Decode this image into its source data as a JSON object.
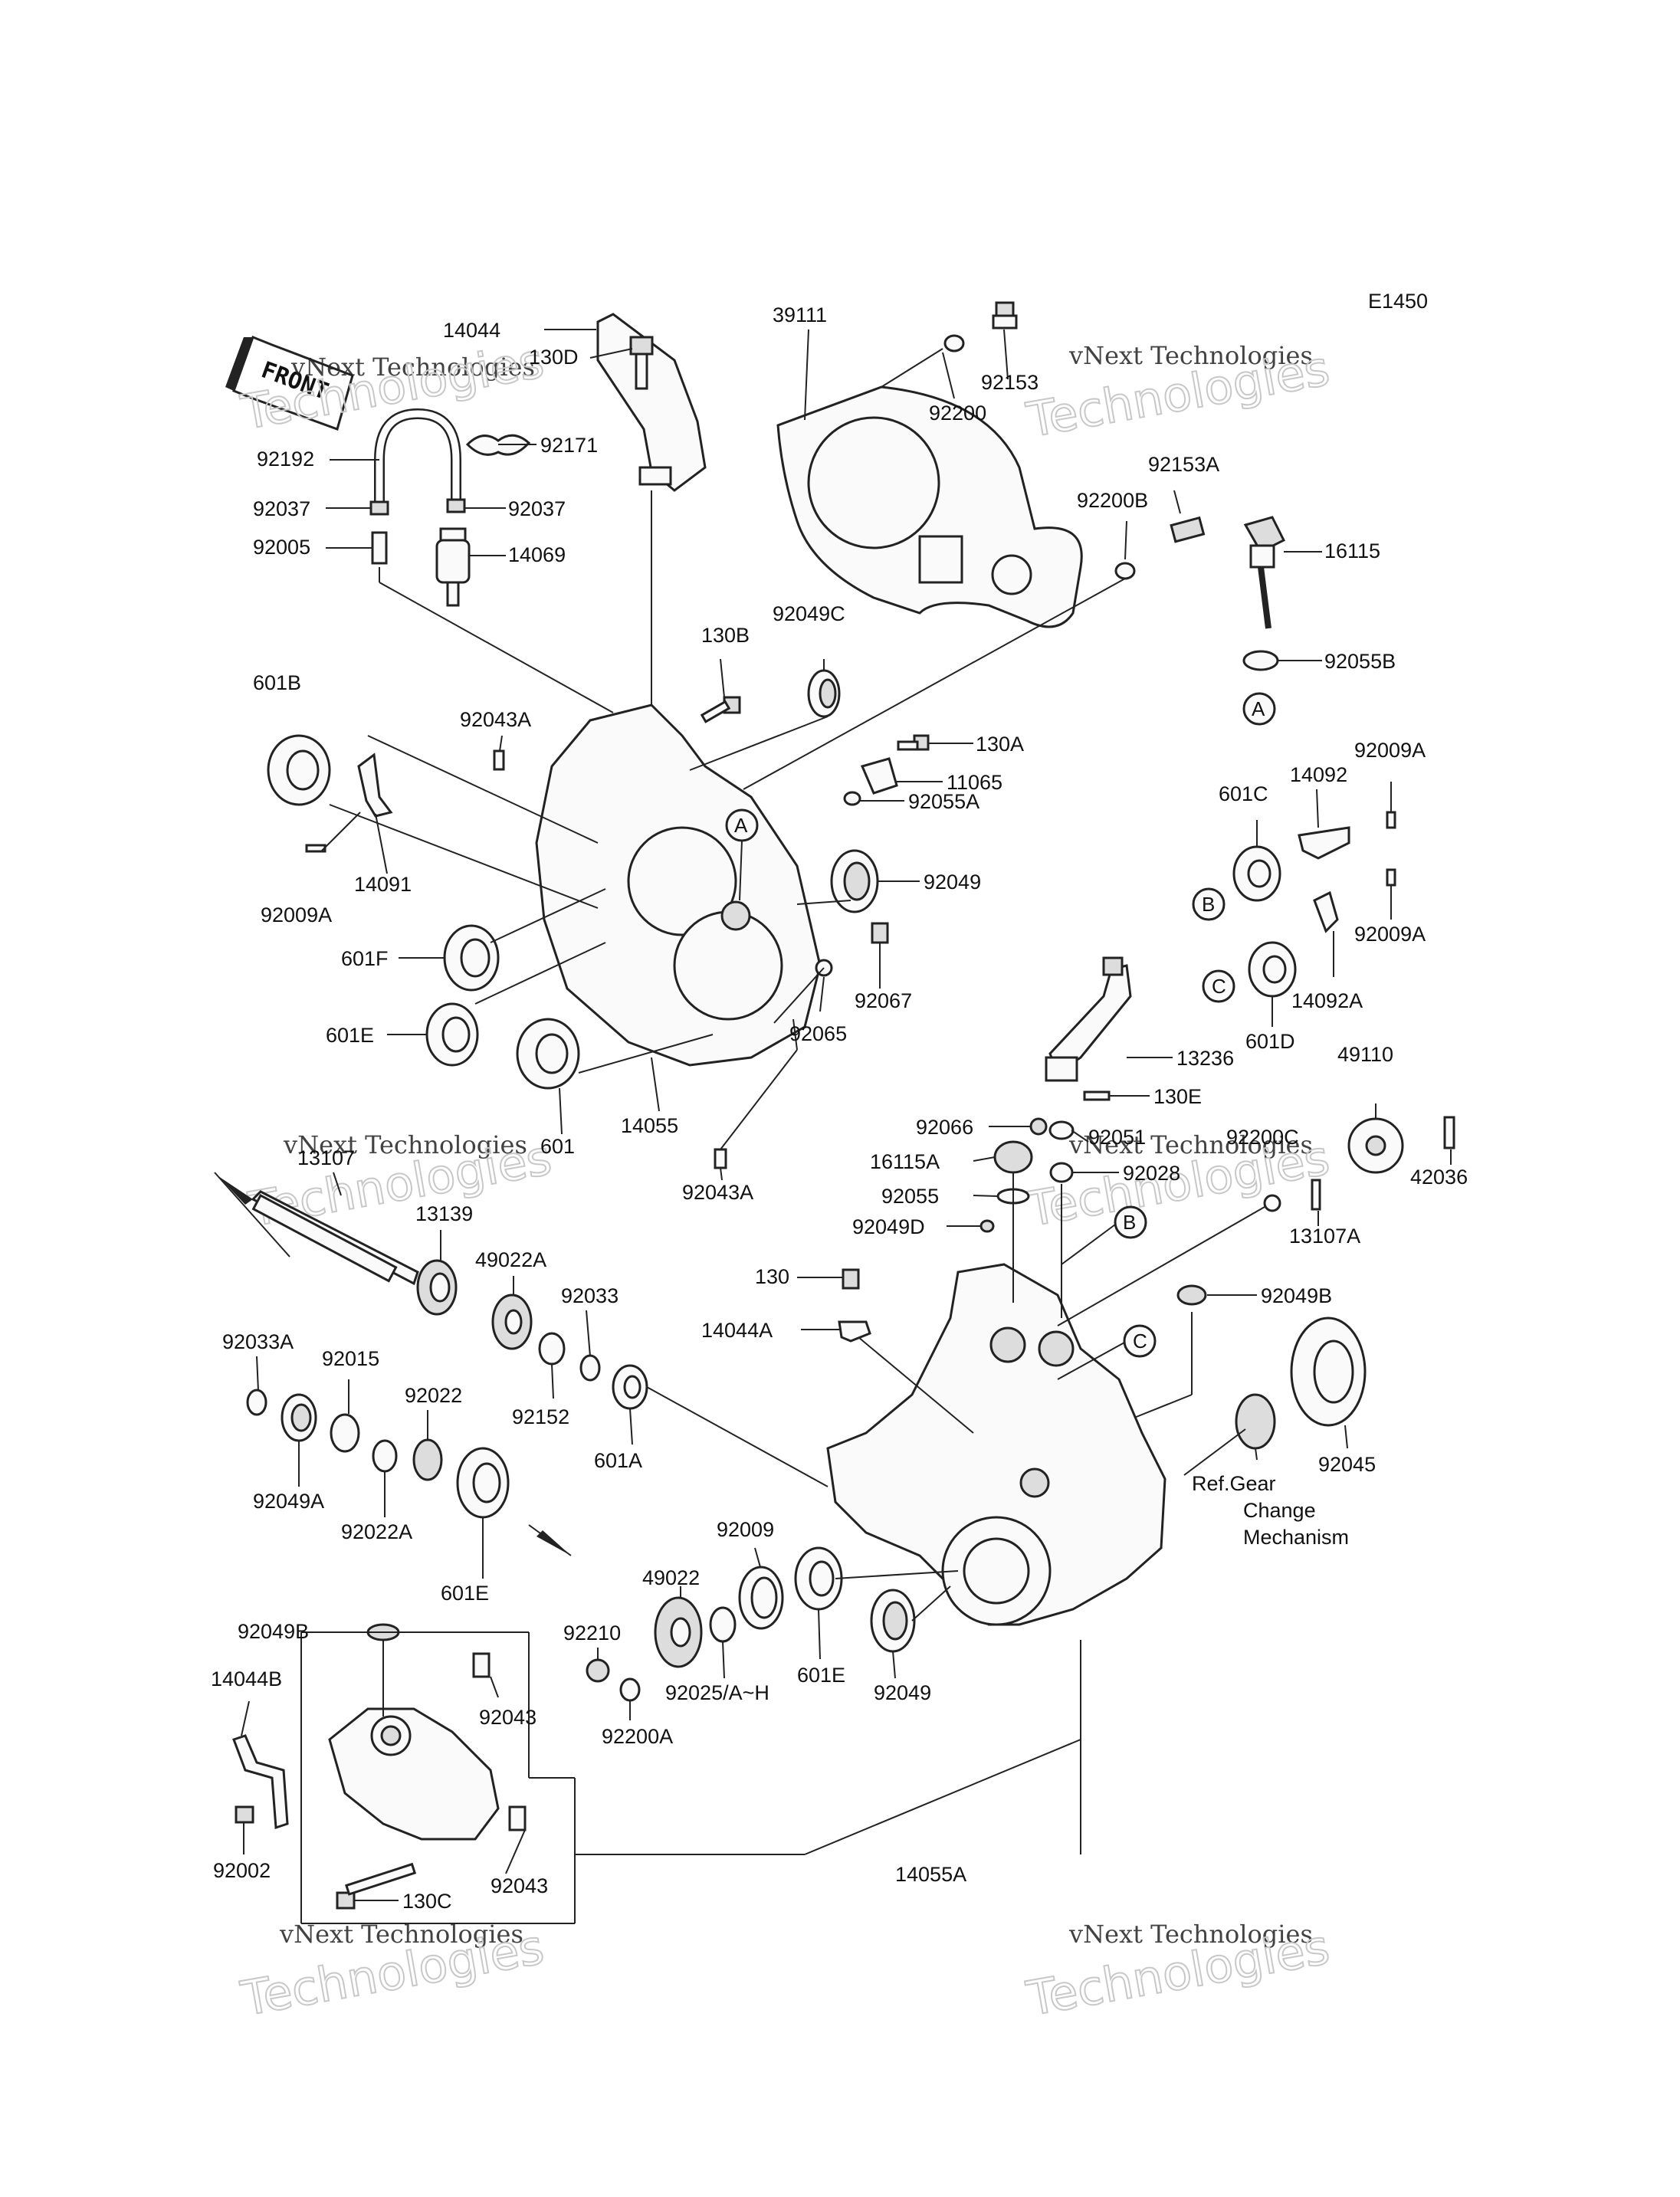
{
  "diagram_code": "E1450",
  "front_label": "FRONT",
  "watermarks": [
    {
      "line1": "vNext Technologies",
      "line2": "vNext Technologies"
    }
  ],
  "ref_callout": {
    "line1": "Ref.Gear",
    "line2": "Change",
    "line3": "Mechanism"
  },
  "circle_refs": [
    "A",
    "B",
    "C"
  ],
  "parts": {
    "p14044": "14044",
    "p130D": "130D",
    "p92192": "92192",
    "p92171": "92171",
    "p92037a": "92037",
    "p92037b": "92037",
    "p92005": "92005",
    "p14069": "14069",
    "p39111": "39111",
    "p92200": "92200",
    "p92153": "92153",
    "p92153A": "92153A",
    "p92200B": "92200B",
    "p16115": "16115",
    "p92055B": "92055B",
    "p130B": "130B",
    "p92049C": "92049C",
    "p601B": "601B",
    "p92043A_top": "92043A",
    "p130A": "130A",
    "p11065": "11065",
    "p92055A": "92055A",
    "p92049_top": "92049",
    "p92009A_left": "92009A",
    "p14091": "14091",
    "p601F": "601F",
    "p601E_left": "601E",
    "p601": "601",
    "p14055": "14055",
    "p92065": "92065",
    "p92067": "92067",
    "p92043A_bot": "92043A",
    "p601C": "601C",
    "p14092": "14092",
    "p92009A_r1": "92009A",
    "p92009A_r2": "92009A",
    "p14092A": "14092A",
    "p601D": "601D",
    "p13236": "13236",
    "p130E": "130E",
    "p49110": "49110",
    "p42036": "42036",
    "p92066": "92066",
    "p92051": "92051",
    "p92200C": "92200C",
    "p16115A": "16115A",
    "p92028": "92028",
    "p92055": "92055",
    "p92049D": "92049D",
    "p13107A": "13107A",
    "p13107": "13107",
    "p13139": "13139",
    "p49022A": "49022A",
    "p92033": "92033",
    "p92033A": "92033A",
    "p92015": "92015",
    "p92022": "92022",
    "p92152": "92152",
    "p601A": "601A",
    "p92049A": "92049A",
    "p92022A": "92022A",
    "p601E_mid": "601E",
    "p130": "130",
    "p14044A": "14044A",
    "p92049B_right": "92049B",
    "p92045": "92045",
    "p92009": "92009",
    "p49022": "49022",
    "p92210": "92210",
    "p92025": "92025/A~H",
    "p92200A": "92200A",
    "p601E_bot": "601E",
    "p92049_bot": "92049",
    "p92049B_left": "92049B",
    "p14044B": "14044B",
    "p92043_a": "92043",
    "p92043_b": "92043",
    "p92002": "92002",
    "p130C": "130C",
    "p14055A": "14055A"
  },
  "colors": {
    "line": "#222222",
    "background": "#ffffff"
  }
}
